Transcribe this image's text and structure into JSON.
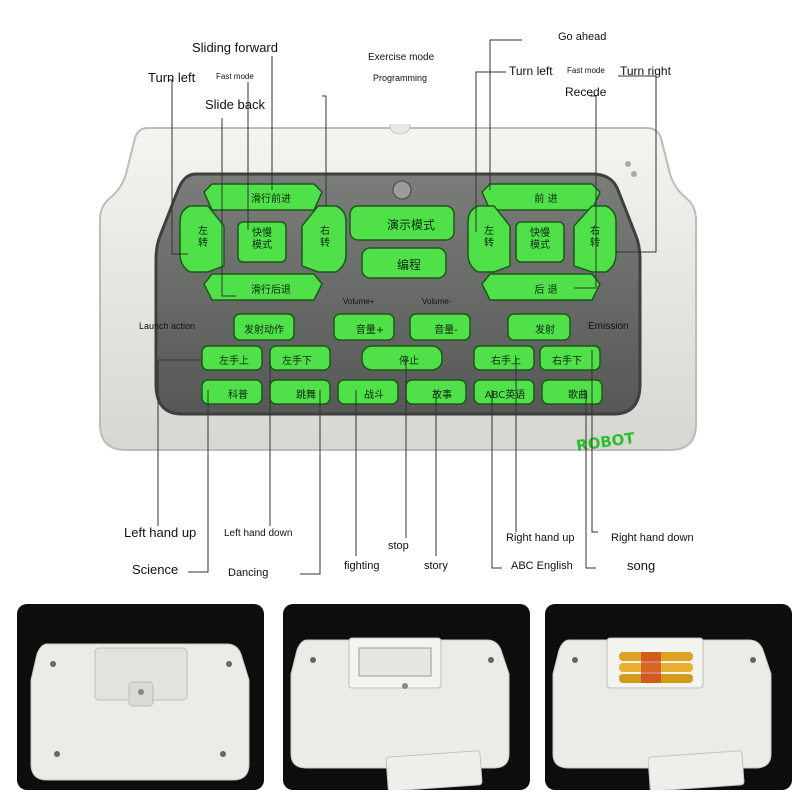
{
  "callouts": {
    "sliding_forward": "Sliding forward",
    "fast_mode": "Fast mode",
    "turn_left": "Turn left",
    "slide_back": "Slide back",
    "exercise_mode": "Exercise mode",
    "programming": "Programming",
    "go_ahead": "Go ahead",
    "turn_left_right_pad": "Turn left",
    "fast_mode_right_pad": "Fast mode",
    "turn_right": "Turn right",
    "recede": "Recede",
    "volume_plus": "Volume+",
    "volume_minus": "Volume-",
    "launch_action": "Launch action",
    "emission": "Emission",
    "left_hand_up": "Left hand up",
    "left_hand_down": "Left hand down",
    "stop": "stop",
    "right_hand_up": "Right hand up",
    "right_hand_down": "Right hand down",
    "science": "Science",
    "dancing": "Dancing",
    "fighting": "fighting",
    "story": "story",
    "abc_english": "ABC English",
    "song": "song"
  },
  "buttons": {
    "slide_forward": "滑行前进",
    "turn_left_v": "左 转",
    "fast_slow_left": "快慢 模式",
    "turn_right_v": "右 转",
    "slide_back": "滑行后退",
    "demo_mode": "演示模式",
    "program": "编程",
    "forward": "前 进",
    "turn_left_v2": "左 转",
    "fast_slow_right": "快慢 模式",
    "turn_right_v2": "右 转",
    "back": "后 退",
    "launch_action": "发射动作",
    "volume_up": "音量+",
    "volume_down": "音量-",
    "fire": "发射",
    "left_hand_up": "左手上",
    "left_hand_down": "左手下",
    "stop": "停止",
    "right_hand_up": "右手上",
    "right_hand_down": "右手下",
    "science": "科普",
    "dance": "跳舞",
    "fight": "战斗",
    "story": "故事",
    "abc_english": "ABC英语",
    "song": "歌曲"
  },
  "brand": {
    "logo_text": "ROBOT"
  },
  "colors": {
    "button_green": "#4fe04a",
    "panel_gray": "#6b6f6c",
    "shell_white": "#ededea",
    "photo_bg": "#0d0d0d"
  }
}
